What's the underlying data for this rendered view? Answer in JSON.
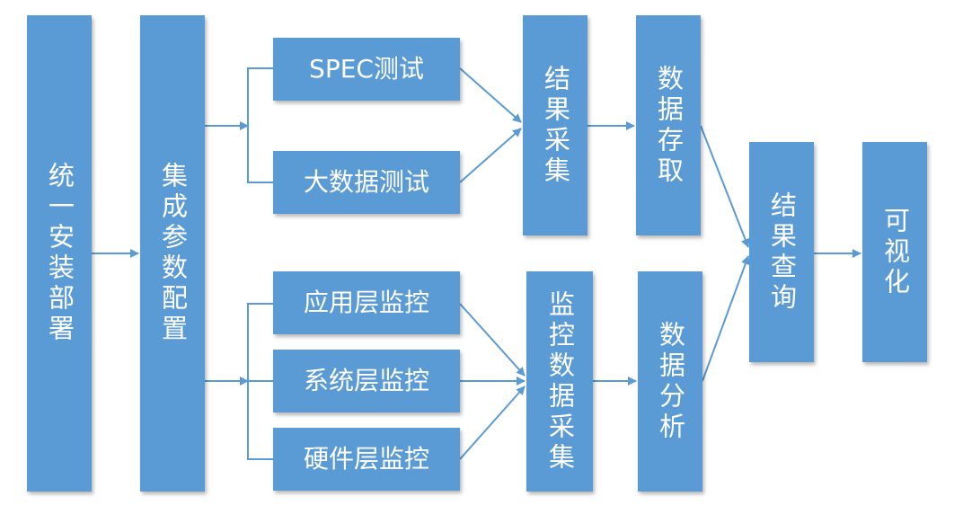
{
  "diagram": {
    "nodes": {
      "deploy": "统一安装部署",
      "config": "集成参数配置",
      "spec_test": "SPEC测试",
      "bigdata_test": "大数据测试",
      "result_collect": "结果采集",
      "data_store": "数据存取",
      "app_monitor": "应用层监控",
      "sys_monitor": "系统层监控",
      "hw_monitor": "硬件层监控",
      "monitor_collect": "监控数据采集",
      "data_analysis": "数据分析",
      "result_query": "结果查询",
      "visualize": "可视化"
    },
    "edges": [
      [
        "deploy",
        "config"
      ],
      [
        "config",
        "spec_test"
      ],
      [
        "config",
        "bigdata_test"
      ],
      [
        "config",
        "app_monitor"
      ],
      [
        "config",
        "sys_monitor"
      ],
      [
        "config",
        "hw_monitor"
      ],
      [
        "spec_test",
        "result_collect"
      ],
      [
        "bigdata_test",
        "result_collect"
      ],
      [
        "result_collect",
        "data_store"
      ],
      [
        "app_monitor",
        "monitor_collect"
      ],
      [
        "sys_monitor",
        "monitor_collect"
      ],
      [
        "hw_monitor",
        "monitor_collect"
      ],
      [
        "monitor_collect",
        "data_analysis"
      ],
      [
        "data_store",
        "result_query"
      ],
      [
        "data_analysis",
        "result_query"
      ],
      [
        "result_query",
        "visualize"
      ]
    ],
    "colors": {
      "node_fill": "#5b9bd5",
      "node_text": "#ffffff",
      "edge": "#5b9bd5"
    }
  }
}
